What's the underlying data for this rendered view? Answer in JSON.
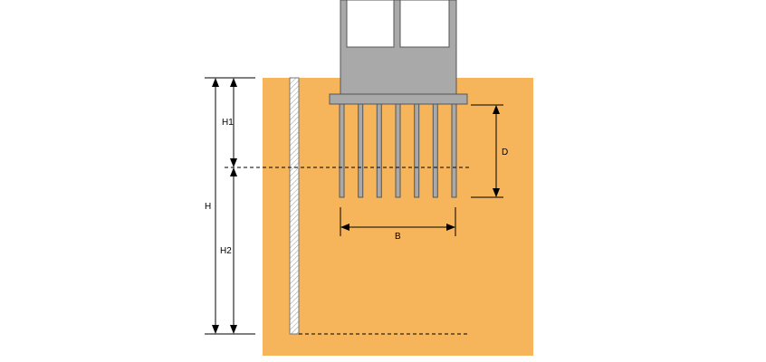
{
  "diagram": {
    "labels": {
      "h1": "H1",
      "h2": "H2",
      "h": "H",
      "d": "D",
      "b": "B"
    },
    "colors": {
      "soil": "#f6b55a",
      "structure": "#a9a9a9",
      "structure_stroke": "#555555",
      "wall": "#ffffff",
      "wall_hatch": "#9a9a9a",
      "dimension": "#000000"
    },
    "pile_count": 7
  }
}
